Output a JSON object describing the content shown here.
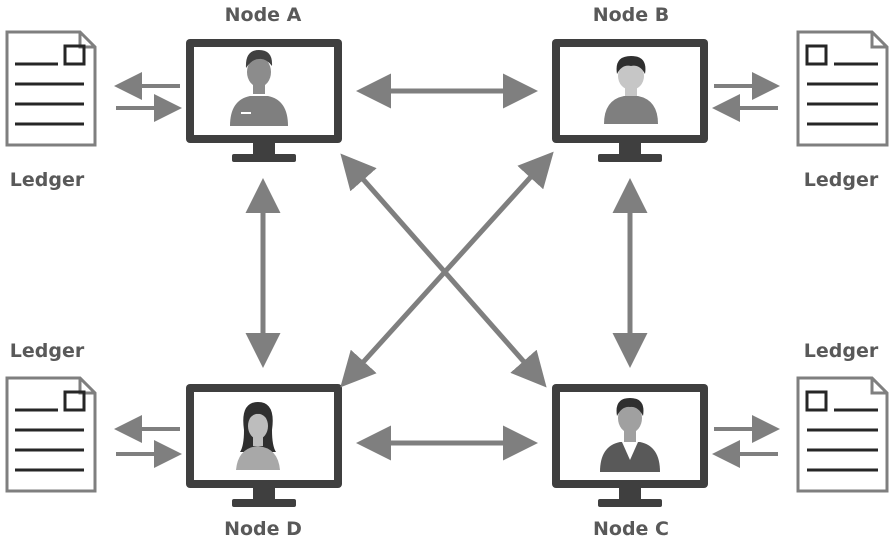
{
  "nodes": {
    "a": {
      "label": "Node A"
    },
    "b": {
      "label": "Node B"
    },
    "c": {
      "label": "Node C"
    },
    "d": {
      "label": "Node D"
    }
  },
  "ledgers": {
    "top_left": {
      "label": "Ledger"
    },
    "top_right": {
      "label": "Ledger"
    },
    "bottom_left": {
      "label": "Ledger"
    },
    "bottom_right": {
      "label": "Ledger"
    }
  },
  "colors": {
    "outline": "#3f3f3f",
    "arrow": "#7f7f7f",
    "paper_stroke": "#7f7f7f",
    "paper_text": "#262626",
    "person": "#7f7f7f",
    "label": "#595959"
  }
}
